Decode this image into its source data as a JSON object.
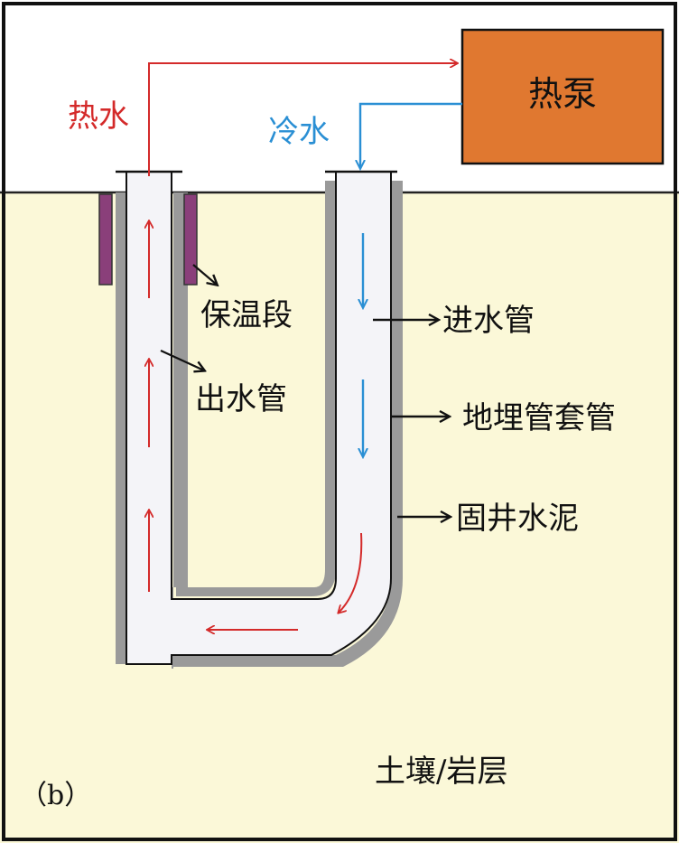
{
  "panel_tag": "（b）",
  "heat_pump": {
    "label": "热泵",
    "fill": "#E07830"
  },
  "flows": {
    "hot_water": {
      "label": "热水",
      "color": "#D42A2A"
    },
    "cold_water": {
      "label": "冷水",
      "color": "#2A8FD4"
    }
  },
  "callouts": {
    "insulation": "保温段",
    "outlet_pipe": "出水管",
    "inlet_pipe": "进水管",
    "casing": "地埋管套管",
    "grout": "固井水泥"
  },
  "ground": {
    "label": "土壤/岩层",
    "fill": "#FBF8D8"
  },
  "colors": {
    "sky": "#FFFFFF",
    "pipe_inner": "#F4F4F8",
    "pipe_shadow": "#9A9A9A",
    "insulation": "#8A3F7A",
    "border": "#111111"
  }
}
